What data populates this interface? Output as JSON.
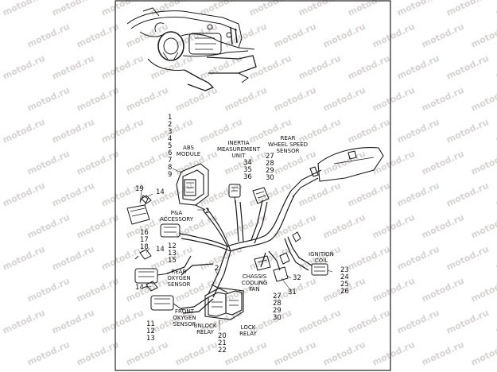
{
  "watermark": "motod.ru",
  "labels": {
    "abs_module": [
      "ABS",
      "MODULE"
    ],
    "inertia": [
      "INERTIA",
      "MEASUREMENT",
      "UNIT"
    ],
    "rear_wheel": [
      "REAR",
      "WHEEL SPEED",
      "SENSOR"
    ],
    "pa_accessory": [
      "P&A",
      "ACCESSORY"
    ],
    "rear_oxygen": [
      "REAR",
      "OXYGEN",
      "SENSOR"
    ],
    "front_oxygen": [
      "FRONT",
      "OXYGEN",
      "SENSOR"
    ],
    "chassis_fan": [
      "CHASSIS",
      "COOLING",
      "FAN"
    ],
    "ignition_coil": [
      "IGNITION",
      "COIL"
    ],
    "unlock_relay": [
      "UNLOCK",
      "RELAY"
    ],
    "lock_relay": [
      "LOCK",
      "RELAY"
    ]
  },
  "numbers": {
    "abs_stack": [
      "1",
      "2",
      "3",
      "4",
      "5",
      "6",
      "7",
      "8",
      "9"
    ],
    "inertia_stack": [
      "34",
      "35",
      "36"
    ],
    "rear_wheel_stack": [
      "27",
      "28",
      "29",
      "30"
    ],
    "n19": "19",
    "n14a": "14",
    "n2a": "2",
    "pa_stack": [
      "16",
      "17",
      "18"
    ],
    "pa_stack2": [
      "12",
      "13",
      "15"
    ],
    "n14b": "14",
    "n14c": "14",
    "n2b": "2",
    "front_stack": [
      "11",
      "12",
      "13"
    ],
    "chassis_stack": [
      "27",
      "28",
      "29",
      "30"
    ],
    "n32": "32",
    "n31": "31",
    "coil_stack": [
      "23",
      "24",
      "25",
      "26"
    ],
    "relay_stack": [
      "20",
      "21",
      "22"
    ]
  }
}
